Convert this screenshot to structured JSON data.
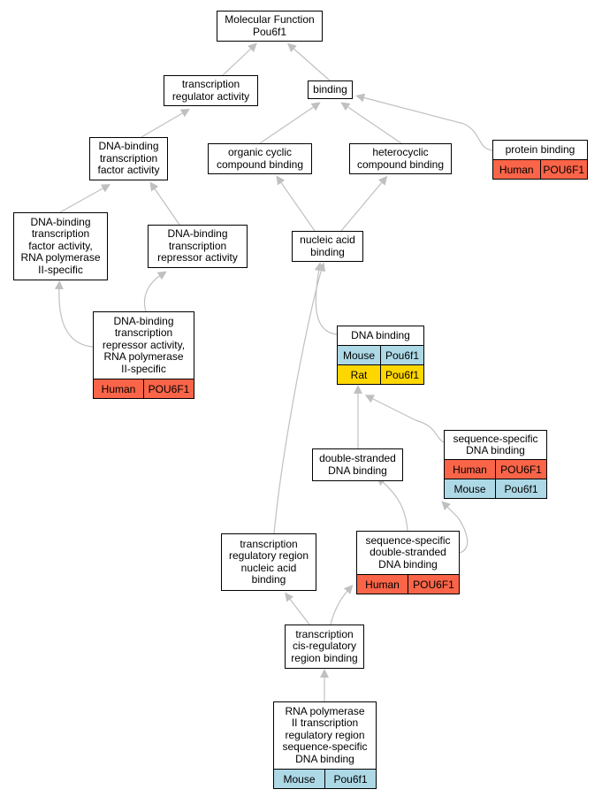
{
  "colors": {
    "edge": "#c0c0c0",
    "Human": "#fa6448",
    "Mouse": "#add8e6",
    "Rat": "#ffd700"
  },
  "nodes": [
    {
      "id": "mf",
      "lines": [
        "Molecular Function",
        "Pou6f1"
      ],
      "annotations": []
    },
    {
      "id": "tra",
      "lines": [
        "transcription",
        "regulator activity"
      ],
      "annotations": []
    },
    {
      "id": "binding",
      "lines": [
        "binding"
      ],
      "annotations": []
    },
    {
      "id": "dbtfa",
      "lines": [
        "DNA-binding",
        "transcription",
        "factor activity"
      ],
      "annotations": []
    },
    {
      "id": "occb",
      "lines": [
        "organic cyclic",
        "compound binding"
      ],
      "annotations": []
    },
    {
      "id": "hcb",
      "lines": [
        "heterocyclic",
        "compound binding"
      ],
      "annotations": []
    },
    {
      "id": "pb",
      "lines": [
        "protein binding"
      ],
      "annotations": [
        {
          "species": "Human",
          "gene": "POU6F1"
        }
      ]
    },
    {
      "id": "dbtfa2",
      "lines": [
        "DNA-binding",
        "transcription",
        "factor activity,",
        "RNA polymerase",
        "II-specific"
      ],
      "annotations": []
    },
    {
      "id": "dbtra",
      "lines": [
        "DNA-binding",
        "transcription",
        "repressor activity"
      ],
      "annotations": []
    },
    {
      "id": "nab",
      "lines": [
        "nucleic acid",
        "binding"
      ],
      "annotations": []
    },
    {
      "id": "dbtra2",
      "lines": [
        "DNA-binding",
        "transcription",
        "repressor activity,",
        "RNA polymerase",
        "II-specific"
      ],
      "annotations": [
        {
          "species": "Human",
          "gene": "POU6F1"
        }
      ]
    },
    {
      "id": "dnab",
      "lines": [
        "DNA binding"
      ],
      "annotations": [
        {
          "species": "Mouse",
          "gene": "Pou6f1"
        },
        {
          "species": "Rat",
          "gene": "Pou6f1"
        }
      ]
    },
    {
      "id": "ssdb",
      "lines": [
        "sequence-specific",
        "DNA binding"
      ],
      "annotations": [
        {
          "species": "Human",
          "gene": "POU6F1"
        },
        {
          "species": "Mouse",
          "gene": "Pou6f1"
        }
      ]
    },
    {
      "id": "dsdb",
      "lines": [
        "double-stranded",
        "DNA binding"
      ],
      "annotations": []
    },
    {
      "id": "ssdsdb",
      "lines": [
        "sequence-specific",
        "double-stranded",
        "DNA binding"
      ],
      "annotations": [
        {
          "species": "Human",
          "gene": "POU6F1"
        }
      ]
    },
    {
      "id": "trrnab",
      "lines": [
        "transcription",
        "regulatory region",
        "nucleic acid",
        "binding"
      ],
      "annotations": []
    },
    {
      "id": "tcrrb",
      "lines": [
        "transcription",
        "cis-regulatory",
        "region binding"
      ],
      "annotations": []
    },
    {
      "id": "rnap",
      "lines": [
        "RNA polymerase",
        "II transcription",
        "regulatory region",
        "sequence-specific",
        "DNA binding"
      ],
      "annotations": [
        {
          "species": "Mouse",
          "gene": "Pou6f1"
        }
      ]
    }
  ],
  "edges": [
    {
      "from": "tra",
      "to": "mf"
    },
    {
      "from": "binding",
      "to": "mf"
    },
    {
      "from": "dbtfa",
      "to": "tra"
    },
    {
      "from": "occb",
      "to": "binding"
    },
    {
      "from": "hcb",
      "to": "binding"
    },
    {
      "from": "pb",
      "to": "binding"
    },
    {
      "from": "dbtfa2",
      "to": "dbtfa"
    },
    {
      "from": "dbtra",
      "to": "dbtfa"
    },
    {
      "from": "nab",
      "to": "occb"
    },
    {
      "from": "nab",
      "to": "hcb"
    },
    {
      "from": "dbtra2",
      "to": "dbtfa2"
    },
    {
      "from": "dbtra2",
      "to": "dbtra"
    },
    {
      "from": "dnab",
      "to": "nab"
    },
    {
      "from": "trrnab",
      "to": "nab"
    },
    {
      "from": "dsdb",
      "to": "dnab"
    },
    {
      "from": "ssdb",
      "to": "dnab"
    },
    {
      "from": "ssdsdb",
      "to": "dsdb"
    },
    {
      "from": "ssdsdb",
      "to": "ssdb"
    },
    {
      "from": "tcrrb",
      "to": "trrnab"
    },
    {
      "from": "tcrrb",
      "to": "ssdsdb"
    },
    {
      "from": "rnap",
      "to": "tcrrb"
    }
  ]
}
